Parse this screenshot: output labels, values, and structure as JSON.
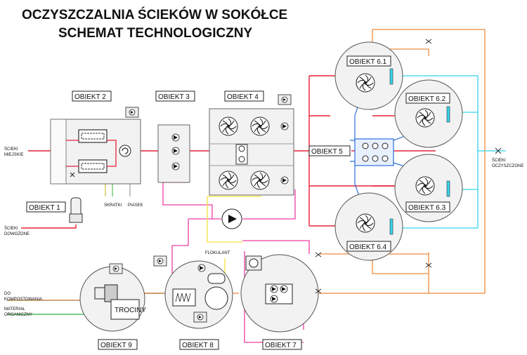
{
  "title": {
    "line1": "OCZYSZCZALNIA ŚCIEKÓW W SOKÓŁCE",
    "line2": "SCHEMAT TECHNOLOGICZNY"
  },
  "objects": {
    "o1": "OBIEKT 1",
    "o2": "OBIEKT 2",
    "o3": "OBIEKT 3",
    "o4": "OBIEKT 4",
    "o5": "OBIEKT 5",
    "o61": "OBIEKT 6.1",
    "o62": "OBIEKT 6.2",
    "o63": "OBIEKT 6.3",
    "o64": "OBIEKT 6.4",
    "o7": "OBIEKT 7",
    "o8": "OBIEKT 8",
    "o9": "OBIEKT 9"
  },
  "labels": {
    "sewage_city_1": "ŚCIEKI",
    "sewage_city_2": "MIEJSKIE",
    "sewage_trucked_1": "ŚCIEKI",
    "sewage_trucked_2": "DOWOŻONE",
    "treated_1": "ŚCIEKI",
    "treated_2": "OCZYSZCZONE",
    "screenings": "SKRATKI",
    "sand": "PIASEK",
    "flocculant": "FLOKULANT",
    "compost_1": "DO",
    "compost_2": "KOMPOSTOWANIA",
    "organic_1": "MATERIAŁ",
    "organic_2": "ORGANICZNY",
    "sawdust": "TROCINY"
  },
  "colors": {
    "raw_sewage": "#e8203a",
    "sludge": "#ee3ea0",
    "return_sludge": "#2a70d8",
    "treated": "#35d3e8",
    "sludge_out": "#f08a3a",
    "air": "#f4e23a",
    "organic": "#2fae3a",
    "compost": "#b8702a",
    "screenings_line": "#c8c030"
  }
}
